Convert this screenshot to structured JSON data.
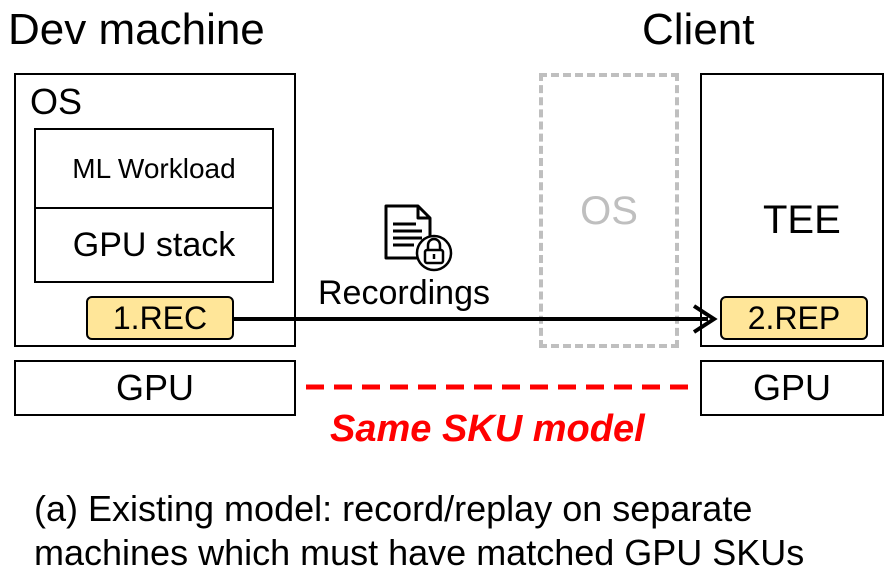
{
  "dev_machine": {
    "title": "Dev machine",
    "os_label": "OS",
    "ml_workload": "ML Workload",
    "gpu_stack": "GPU stack",
    "rec_tag": "1.REC",
    "gpu_label": "GPU"
  },
  "client": {
    "title": "Client",
    "os_label": "OS",
    "tee_label": "TEE",
    "rep_tag": "2.REP",
    "gpu_label": "GPU"
  },
  "transfer": {
    "label": "Recordings",
    "icon": "locked-document-icon"
  },
  "link": {
    "label": "Same SKU model",
    "color": "#ff0000"
  },
  "caption": {
    "line1": "(a) Existing model: record/replay on separate",
    "line2": "machines which must have matched GPU SKUs"
  },
  "colors": {
    "tag_fill": "#ffe699",
    "dashed_os": "#bfbfbf"
  }
}
